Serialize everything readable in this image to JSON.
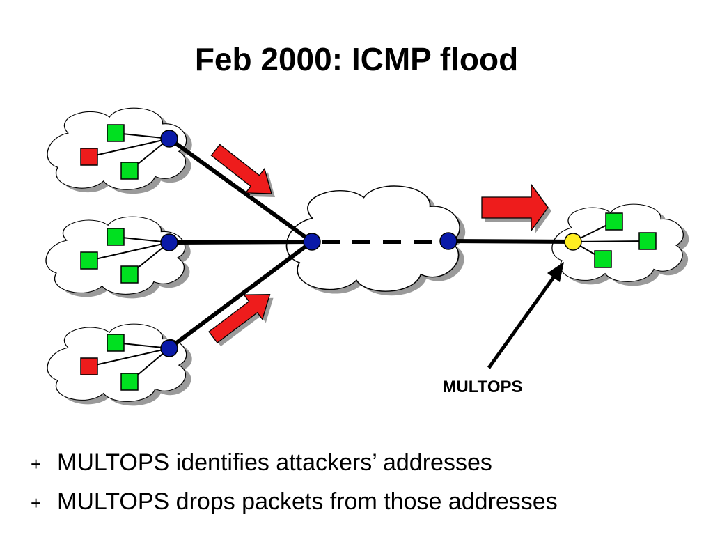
{
  "slide": {
    "title": "Feb 2000: ICMP flood"
  },
  "diagram": {
    "callout_label": "MULTOPS"
  },
  "bullets": [
    {
      "marker": "+",
      "text": "MULTOPS identifies attackers’ addresses"
    },
    {
      "marker": "+",
      "text": "MULTOPS drops packets from those addresses"
    }
  ],
  "colors": {
    "attacker_host": "#ee1c1c",
    "benign_host": "#00e020",
    "router": "#0a1aa8",
    "multops_router": "#ffee22",
    "flow_arrow": "#ee1c1c",
    "cloud_fill": "#ffffff",
    "cloud_shadow": "#9a9a9a"
  },
  "icons": {
    "host": "square-host-icon",
    "router": "circle-router-icon",
    "flow": "block-arrow-icon"
  }
}
